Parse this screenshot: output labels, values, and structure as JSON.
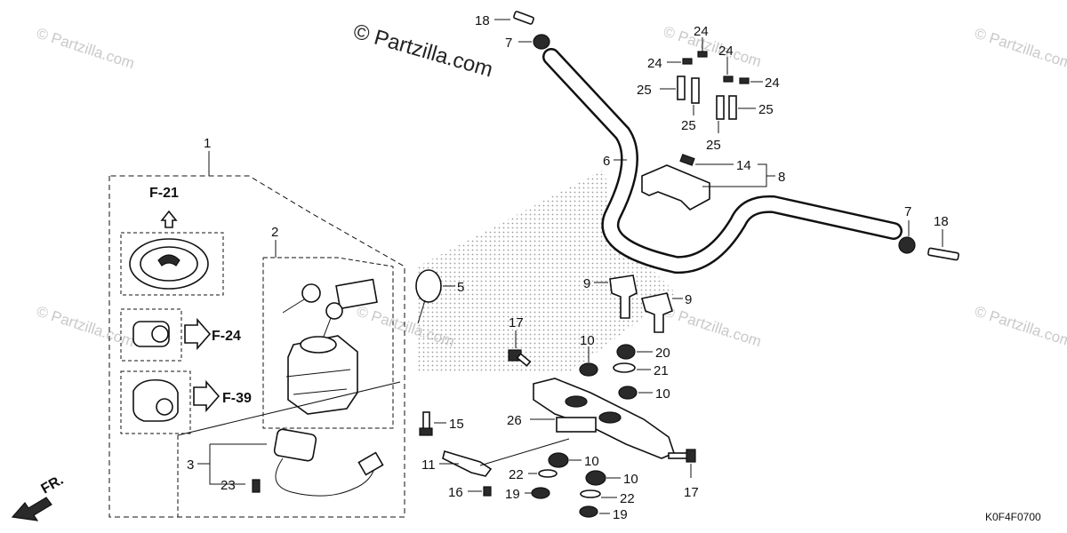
{
  "watermarks": {
    "main": "© Partzilla.com",
    "repeat": "© Partzilla.com"
  },
  "diagram_code": "K0F4F0700",
  "front_marker": "FR.",
  "cross_refs": [
    "F-21",
    "F-24",
    "F-39"
  ],
  "callouts": {
    "c1": "1",
    "c2": "2",
    "c3": "3",
    "c5": "5",
    "c6": "6",
    "c7a": "7",
    "c7b": "7",
    "c8": "8",
    "c9a": "9",
    "c9b": "9",
    "c10a": "10",
    "c10b": "10",
    "c10c": "10",
    "c10d": "10",
    "c11": "11",
    "c14": "14",
    "c15": "15",
    "c16": "16",
    "c17a": "17",
    "c17b": "17",
    "c18a": "18",
    "c18b": "18",
    "c19a": "19",
    "c19b": "19",
    "c20": "20",
    "c21": "21",
    "c22a": "22",
    "c22b": "22",
    "c23": "23",
    "c24a": "24",
    "c24b": "24",
    "c24c": "24",
    "c24d": "24",
    "c25a": "25",
    "c25b": "25",
    "c25c": "25",
    "c25d": "25",
    "c26": "26"
  },
  "colors": {
    "line": "#111111",
    "watermark": "#c9c9c9",
    "stipple": "#9a9a9a",
    "background": "#ffffff"
  }
}
